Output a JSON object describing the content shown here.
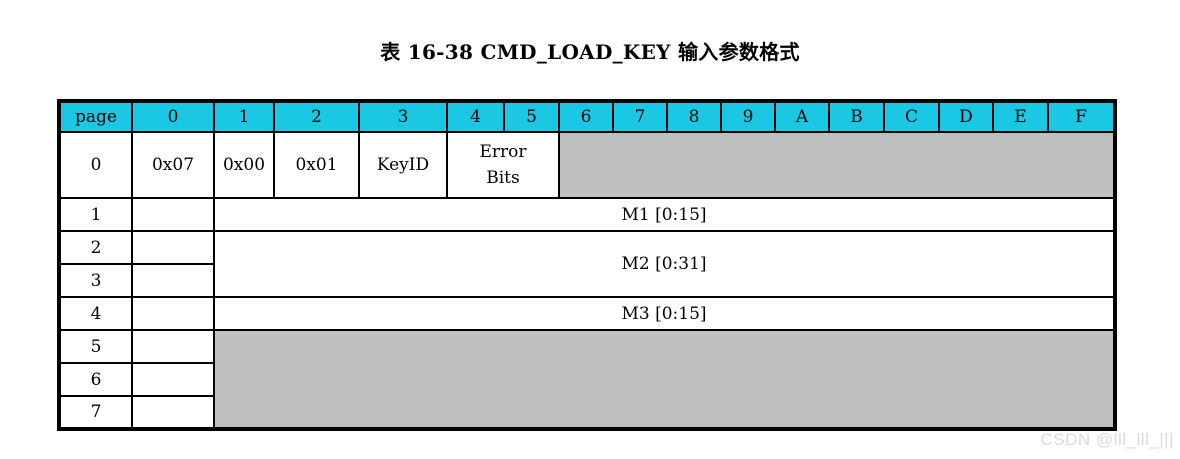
{
  "title": "表 16-38 CMD_LOAD_KEY 输入参数格式",
  "watermark": "CSDN @lll_lll_|||",
  "colors": {
    "header_bg": "#1bc8e3",
    "reserved_bg": "#bfbfbf",
    "border": "#000000",
    "watermark_text": "#d9d9d9"
  },
  "columns": [
    "page",
    "0",
    "1",
    "2",
    "3",
    "4",
    "5",
    "6",
    "7",
    "8",
    "9",
    "A",
    "B",
    "C",
    "D",
    "E",
    "F"
  ],
  "rows": {
    "r0": {
      "page": "0",
      "b0": "0x07",
      "b1": "0x00",
      "b2": "0x01",
      "b3": "KeyID",
      "error_line1": "Error",
      "error_line2": "Bits"
    },
    "r1": {
      "page": "1"
    },
    "r2": {
      "page": "2"
    },
    "r3": {
      "page": "3"
    },
    "r4": {
      "page": "4"
    },
    "r5": {
      "page": "5"
    },
    "r6": {
      "page": "6"
    },
    "r7": {
      "page": "7"
    }
  },
  "merged": {
    "m1": "M1 [0:15]",
    "m2": "M2 [0:31]",
    "m3": "M3 [0:15]"
  }
}
